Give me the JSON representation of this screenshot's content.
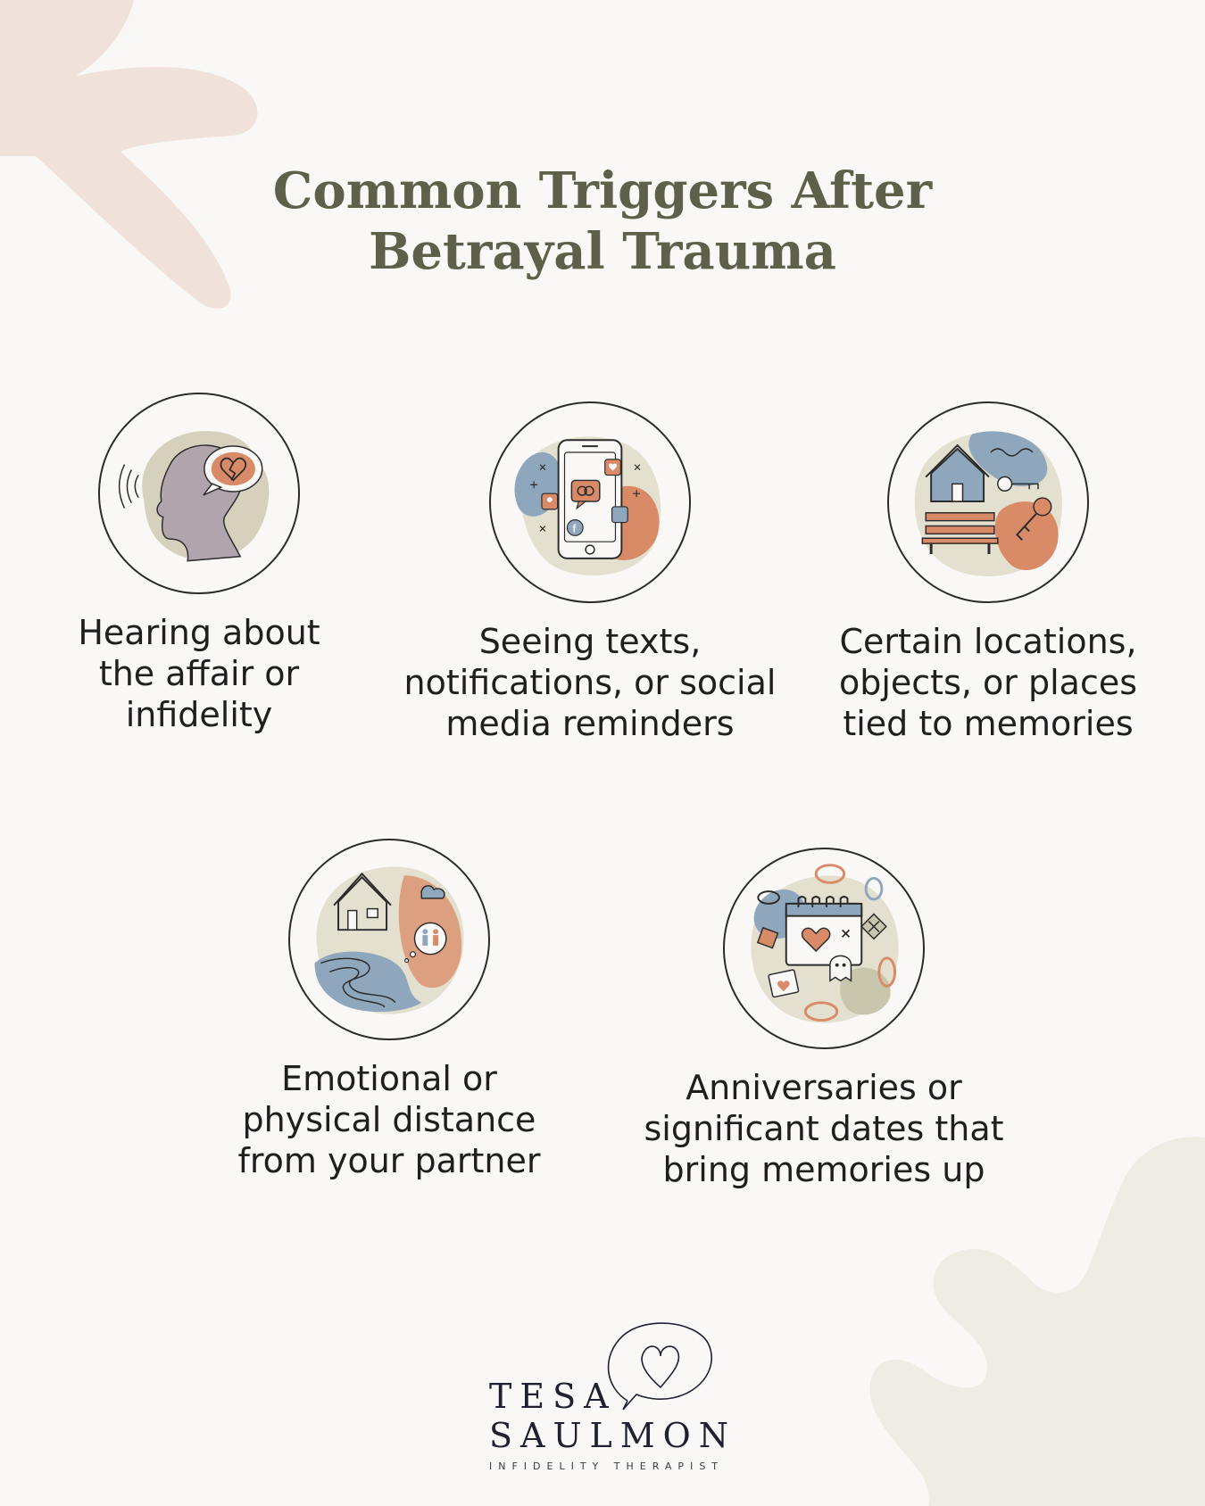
{
  "page": {
    "title_lines": [
      "Common Triggers After",
      "Betrayal Trauma"
    ]
  },
  "colors": {
    "background": "#f9f8f6",
    "title": "#5f6049",
    "blush": "#efe1d9",
    "slate_blue": "#8fa7bd",
    "terracotta": "#d98a66",
    "sage": "#c9c6ae",
    "mauve": "#b0a4ad"
  },
  "triggers": [
    {
      "icon": "head-heartbreak-icon",
      "lines": [
        "Hearing about",
        "the affair or",
        "infidelity"
      ]
    },
    {
      "icon": "phone-notifications-icon",
      "lines": [
        "Seeing texts,",
        "notifications, or social",
        "media reminders"
      ]
    },
    {
      "icon": "house-bench-keys-icon",
      "lines": [
        "Certain locations,",
        "objects, or places",
        "tied to memories"
      ]
    },
    {
      "icon": "house-river-couple-icon",
      "lines": [
        "Emotional or",
        "physical distance",
        "from your partner"
      ]
    },
    {
      "icon": "calendar-heart-icon",
      "lines": [
        "Anniversaries or",
        "significant dates that",
        "bring memories up"
      ]
    }
  ],
  "brand": {
    "first_name": "TESA",
    "last_name": "SAULMON",
    "tagline": "INFIDELITY THERAPIST"
  }
}
